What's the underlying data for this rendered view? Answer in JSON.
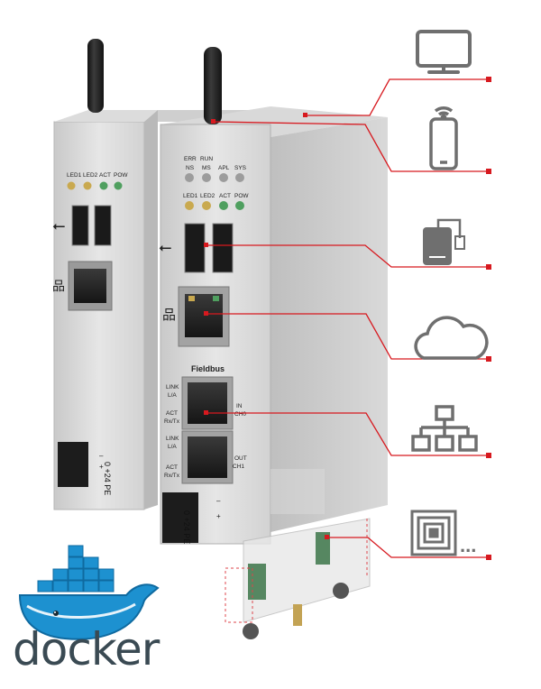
{
  "device_front": {
    "led_row1": [
      "ERR",
      "RUN",
      "APL",
      "SYS"
    ],
    "led_row1_sub": [
      "NS",
      "MS"
    ],
    "led_row2": [
      "LED1",
      "LED2",
      "ACT",
      "POW"
    ],
    "fieldbus_title": "Fieldbus",
    "port1_left": [
      "LINK",
      "L/A"
    ],
    "port1_act": [
      "ACT",
      "Rx/Tx"
    ],
    "port1_right": [
      "IN",
      "CH0"
    ],
    "port2_left": [
      "LINK",
      "L/A"
    ],
    "port2_act": [
      "ACT",
      "Rx/Tx"
    ],
    "port2_right": [
      "OUT",
      "CH1"
    ],
    "power_terminal": "0 +24 PE",
    "minus": "–",
    "plus": "+"
  },
  "device_back": {
    "led_row": [
      "LED1",
      "LED2",
      "ACT",
      "POW"
    ],
    "power_terminal": "0 +24 PE",
    "minus": "–",
    "plus": "+"
  },
  "ellipsis": "...",
  "logo_word": "docker",
  "colors": {
    "accent": "#d7191f",
    "icon_gray": "#6f6f6f",
    "docker_blue": "#1d91d0",
    "docker_text": "#3a4a53",
    "device_silver": "#d8d8d8"
  },
  "icons": [
    "monitor-icon",
    "smartphone-wifi-icon",
    "usb-drive-icon",
    "cloud-icon",
    "network-tree-icon",
    "rfid-chip-icon"
  ]
}
